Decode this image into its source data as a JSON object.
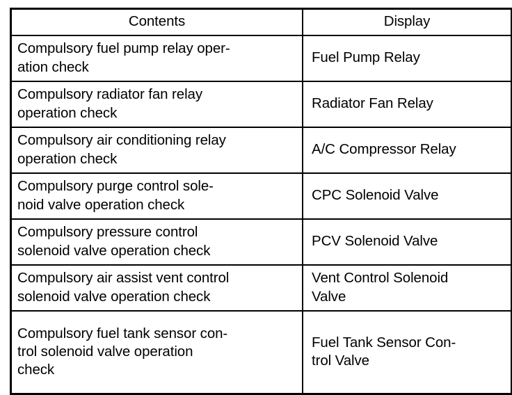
{
  "table": {
    "name": "compulsory-operation-check-table",
    "headers": {
      "contents": "Contents",
      "display": "Display"
    },
    "rows": [
      {
        "contents_lines": [
          "Compulsory fuel pump relay oper-",
          "ation check"
        ],
        "contents": "Compulsory fuel pump relay operation check",
        "display_lines": [
          "Fuel Pump Relay"
        ],
        "display": "Fuel Pump Relay"
      },
      {
        "contents_lines": [
          "Compulsory radiator fan relay",
          "operation check"
        ],
        "contents": "Compulsory radiator fan relay operation check",
        "display_lines": [
          "Radiator Fan Relay"
        ],
        "display": "Radiator Fan Relay"
      },
      {
        "contents_lines": [
          "Compulsory air conditioning relay",
          "operation check"
        ],
        "contents": "Compulsory air conditioning relay operation check",
        "display_lines": [
          "A/C Compressor Relay"
        ],
        "display": "A/C Compressor Relay"
      },
      {
        "contents_lines": [
          "Compulsory purge control sole-",
          "noid valve operation check"
        ],
        "contents": "Compulsory purge control solenoid valve operation check",
        "display_lines": [
          "CPC Solenoid Valve"
        ],
        "display": "CPC Solenoid Valve"
      },
      {
        "contents_lines": [
          "Compulsory pressure control",
          "solenoid valve operation check"
        ],
        "contents": "Compulsory pressure control solenoid valve operation check",
        "display_lines": [
          "PCV Solenoid Valve"
        ],
        "display": "PCV Solenoid Valve"
      },
      {
        "contents_lines": [
          "Compulsory air assist vent control",
          "solenoid valve operation check"
        ],
        "contents": "Compulsory air assist vent control solenoid valve operation check",
        "display_lines": [
          "Vent Control Solenoid",
          "Valve"
        ],
        "display": "Vent Control Solenoid Valve"
      },
      {
        "contents_lines": [
          "Compulsory fuel tank sensor con-",
          "trol solenoid valve operation",
          "check"
        ],
        "contents": "Compulsory fuel tank sensor control solenoid valve operation check",
        "display_lines": [
          "Fuel Tank Sensor Con-",
          "trol Valve"
        ],
        "display": "Fuel Tank Sensor Control Valve"
      }
    ]
  },
  "colors": {
    "background": "#ffffff",
    "border": "#000000",
    "text": "#000000"
  }
}
